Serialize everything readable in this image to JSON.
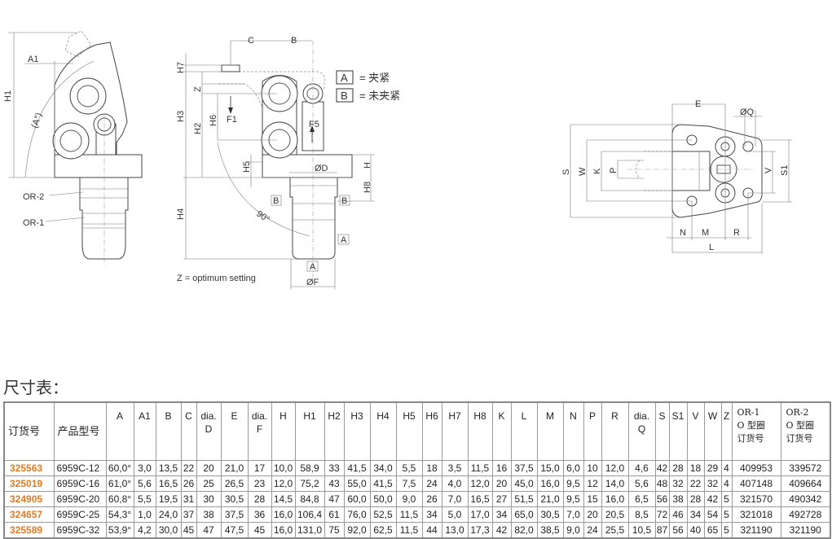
{
  "drawing": {
    "left_view": {
      "H1": "H1",
      "A1": "A1",
      "A_angle": "(A°)",
      "OR2": "OR-2",
      "OR1": "OR-1"
    },
    "side_view": {
      "C": "C",
      "B": "B",
      "H7": "H7",
      "Z": "Z",
      "H3": "H3",
      "H2": "H2",
      "H6": "H6",
      "F1": "F1",
      "F5": "F5",
      "H5": "H5",
      "D": "ØD",
      "H": "H",
      "H8": "H8",
      "box_B": "B",
      "angle90": "90°",
      "H4": "H4",
      "box_A": "A",
      "F": "ØF",
      "note": "Z = optimum setting"
    },
    "legend": [
      {
        "key": "A",
        "label": "= 夹紧"
      },
      {
        "key": "B",
        "label": "= 未夹紧"
      }
    ],
    "top_view": {
      "E": "E",
      "Q": "ØQ",
      "S": "S",
      "W": "W",
      "K": "K",
      "P": "P",
      "V": "V",
      "S1": "S1",
      "N": "N",
      "M": "M",
      "R": "R",
      "L": "L"
    }
  },
  "table_title": "尺寸表：",
  "table": {
    "headers": [
      "订货号",
      "产品型号",
      "A",
      "A1",
      "B",
      "C",
      "dia.\nD",
      "E",
      "dia.\nF",
      "H",
      "H1",
      "H2",
      "H3",
      "H4",
      "H5",
      "H6",
      "H7",
      "H8",
      "K",
      "L",
      "M",
      "N",
      "P",
      "R",
      "dia.\nQ",
      "S",
      "S1",
      "V",
      "W",
      "Z",
      "OR-1\nO 型圈\n订货号",
      "OR-2\nO 型圈\n订货号"
    ],
    "rows": [
      [
        "325563",
        "6959C-12",
        "60,0°",
        "3,0",
        "13,5",
        "22",
        "20",
        "21,0",
        "17",
        "10,0",
        "58,9",
        "33",
        "41,5",
        "34,0",
        "5,5",
        "18",
        "3,5",
        "11,5",
        "16",
        "37,5",
        "15,0",
        "6,0",
        "10",
        "12,0",
        "4,6",
        "42",
        "28",
        "18",
        "29",
        "4",
        "409953",
        "339572"
      ],
      [
        "325019",
        "6959C-16",
        "61,0°",
        "5,6",
        "16,5",
        "26",
        "25",
        "26,5",
        "23",
        "12,0",
        "75,2",
        "43",
        "55,0",
        "41,5",
        "7,5",
        "24",
        "4,0",
        "12,0",
        "20",
        "45,0",
        "16,0",
        "9,5",
        "12",
        "14,0",
        "5,6",
        "48",
        "32",
        "22",
        "32",
        "4",
        "407148",
        "409664"
      ],
      [
        "324905",
        "6959C-20",
        "60,8°",
        "5,5",
        "19,5",
        "31",
        "30",
        "30,5",
        "28",
        "14,5",
        "84,8",
        "47",
        "60,0",
        "50,0",
        "9,0",
        "26",
        "7,0",
        "16,5",
        "27",
        "51,5",
        "21,0",
        "9,5",
        "15",
        "16,0",
        "6,5",
        "56",
        "38",
        "28",
        "42",
        "5",
        "321570",
        "490342"
      ],
      [
        "324657",
        "6959C-25",
        "54,3°",
        "1,0",
        "24,0",
        "37",
        "38",
        "37,5",
        "36",
        "16,0",
        "106,4",
        "61",
        "76,0",
        "52,5",
        "11,5",
        "34",
        "5,0",
        "17,0",
        "34",
        "65,0",
        "30,5",
        "7,0",
        "20",
        "20,5",
        "8,5",
        "72",
        "46",
        "34",
        "54",
        "5",
        "321018",
        "492728"
      ],
      [
        "325589",
        "6959C-32",
        "53,9°",
        "4,2",
        "30,0",
        "45",
        "47",
        "47,5",
        "45",
        "16,0",
        "131,0",
        "75",
        "92,0",
        "62,5",
        "11,5",
        "44",
        "13,0",
        "17,3",
        "42",
        "82,0",
        "38,5",
        "9,0",
        "24",
        "25,5",
        "10,5",
        "87",
        "56",
        "40",
        "65",
        "5",
        "321190",
        "321190"
      ]
    ],
    "order_color": "#e07a24"
  }
}
